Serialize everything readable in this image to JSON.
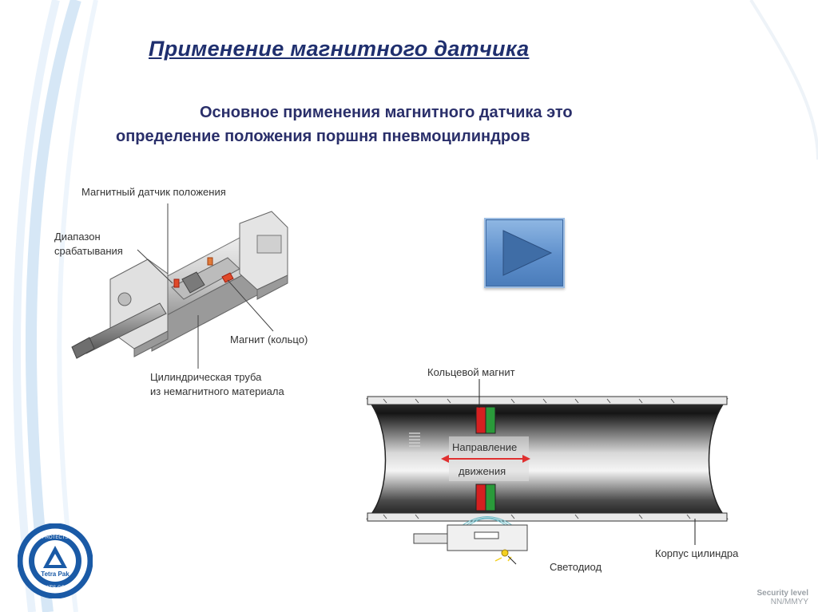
{
  "slide": {
    "title": "Применение магнитного датчика",
    "subtitle_line1": "Основное применения магнитного датчика это",
    "subtitle_line2": "определение положения поршня пневмоцилиндров"
  },
  "left_figure": {
    "label_sensor": "Магнитный датчик положения",
    "label_range_1": "Диапазон",
    "label_range_2": "срабатывания",
    "label_magnet": "Магнит (кольцо)",
    "label_tube_1": "Цилиндрическая труба",
    "label_tube_2": "из немагнитного материала"
  },
  "right_figure": {
    "label_ring_magnet": "Кольцевой магнит",
    "label_direction_1": "Направление",
    "label_direction_2": "движения",
    "label_body": "Корпус цилиндра",
    "label_led": "Светодиод"
  },
  "play_button": {
    "icon": "play-icon"
  },
  "logo": {
    "text_top": "PROTECTS",
    "text_center": "Tetra Pak",
    "text_bottom": "WHAT'S GOOD"
  },
  "footer": {
    "security_label": "Security level",
    "security_value": "NN/MMYY"
  },
  "colors": {
    "title": "#1f2f6e",
    "accent_blue": "#5f90cc",
    "magnet_red": "#d42020",
    "magnet_green": "#2a9a3a"
  }
}
